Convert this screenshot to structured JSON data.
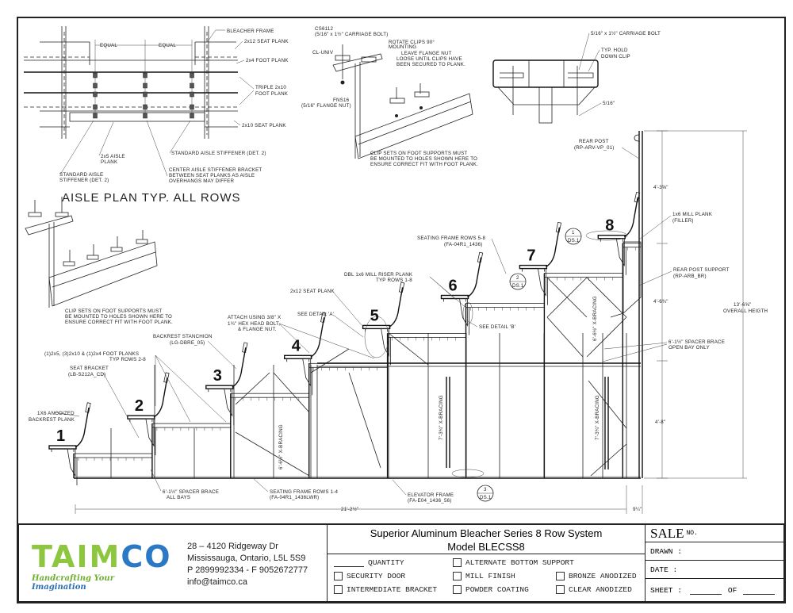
{
  "aisle_plan": {
    "title": "AISLE PLAN TYP. ALL ROWS",
    "equal_1": "EQUAL",
    "equal_2": "EQUAL",
    "bleacher_frame": "BLEACHER FRAME",
    "seat_plank_2x12": "2x12 SEAT PLANK",
    "foot_plank_2x4": "2x4 FOOT PLANK",
    "triple_1": "TRIPLE 2x10",
    "triple_2": "FOOT PLANK",
    "seat_plank_2x10": "2x10 SEAT PLANK",
    "aisle_plank_1": "2x5 AISLE",
    "aisle_plank_2": "PLANK",
    "std_stiffener_right": "STANDARD AISLE STIFFENER (DET. 2)",
    "std_stiffener_left_1": "STANDARD AISLE",
    "std_stiffener_left_2": "STIFFENER (DET. 2)",
    "center_1": "CENTER AISLE STIFFENER BRACKET",
    "center_2": "BETWEEN SEAT PLANKS AS AISLE",
    "center_3": "OVERHANGS MAY DIFFER"
  },
  "clip_detail": {
    "bolt_1": "CS6112",
    "bolt_2": "(5/16\" x 1½\" CARRIAGE BOLT)",
    "clip": "CL-UNIV",
    "rotate_1": "ROTATE CLIPS 90°",
    "rotate_2": "MOUNTING",
    "leave_1": "LEAVE FLANGE NUT",
    "leave_2": "LOOSE UNTIL CLIPS HAVE",
    "leave_3": "BEEN SECURED TO PLANK.",
    "nut_1": "FNS16",
    "nut_2": "(5/16\" FLANGE NUT)",
    "note_1": "CLIP SETS ON FOOT SUPPORTS MUST",
    "note_2": "BE MOUNTED TO HOLES SHOWN HERE TO",
    "note_3": "ENSURE CORRECT FIT WITH FOOT PLANK."
  },
  "clip_detail_left": {
    "note_1": "CLIP SETS ON FOOT SUPPORTS MUST",
    "note_2": "BE MOUNTED TO HOLES SHOWN HERE TO",
    "note_3": "ENSURE CORRECT FIT WITH FOOT PLANK."
  },
  "section_detail": {
    "bolt": "5/16\" x 1½\" CARRIAGE BOLT",
    "hold_1": "TYP. HOLD",
    "hold_2": "DOWN CLIP",
    "nut": "5/16\""
  },
  "elevation": {
    "rows": [
      "1",
      "2",
      "3",
      "4",
      "5",
      "6",
      "7",
      "8"
    ],
    "rear_post_1": "REAR POST",
    "rear_post_2": "(RP-ARV-VP_01)",
    "filler_1": "1x6 MILL PLANK",
    "filler_2": "(FILLER)",
    "rear_support_1": "REAR POST SUPPORT",
    "rear_support_2": "(RP-ARB_BR)",
    "dim_top": "4'-3⅝\"",
    "dim_mid": "4'-6¾\"",
    "dim_low": "4'-8\"",
    "dim_overall_1": "13'-6⅝\"",
    "dim_overall_2": "OVERALL HEIGTH",
    "spacer_open_1": "6'-1½\" SPACER BRACE",
    "spacer_open_2": "OPEN BAY ONLY",
    "dim_offset": "9¼\"",
    "dim_length": "21'-2½\"",
    "elevator_1": "ELEVATOR FRAME",
    "elevator_2": "(FA-E04_1436_56)",
    "frame_low_1": "SEATING FRAME ROWS 1-4",
    "frame_low_2": "(FA-04R1_1436LWR)",
    "spacer_all_1": "6'-1½\" SPACER BRACE",
    "spacer_all_2": "ALL BAYS",
    "frame_high_1": "SEATING FRAME ROWS 5-8",
    "frame_high_2": "(FA-04R1_1436)",
    "riser_1": "DBL 1x6 MILL RISER PLANK",
    "riser_2": "TYP ROWS 1-8",
    "seat_plank": "2x12 SEAT PLANK",
    "detail_a": "SEE DETAIL 'A'",
    "detail_b": "SEE DETAIL 'B'",
    "attach_1": "ATTACH USING 3/8\" X",
    "attach_2": "1¾\" HEX HEAD BOLT,",
    "attach_3": "& FLANGE NUT.",
    "stanchion_1": "BACKREST STANCHION",
    "stanchion_2": "(LG-DBRE_05)",
    "foot_planks_1": "(1)2x5, (3)2x10 & (1)2x4 FOOT PLANKS",
    "foot_planks_2": "TYP ROWS 2-8",
    "bracket_1": "SEAT BRACKET",
    "bracket_2": "(LB-S212A_CD)",
    "backrest_1": "1X6 ANODIZED",
    "backrest_2": "BACKREST PLANK",
    "xbrace_low": "6'-6½\" X-BRACING",
    "xbrace_high": "6'-6½\" X-BRACING",
    "xbrace_elev_1": "7'-3¾\" X-BRACING",
    "xbrace_elev_2": "7'-3¾\" X-BRACING",
    "bubble_1_num": "1",
    "bubble_1_sheet": "DS.1",
    "bubble_2_num": "2",
    "bubble_2_sheet": "DS.1",
    "bubble_3_num": "3",
    "bubble_3_sheet": "DS.1"
  },
  "title_block": {
    "logo_text": "TAIMCO",
    "logo_green": "TAIM",
    "logo_blue": "CO",
    "tagline_green": "Handcrafting Your",
    "tagline_blue": "Imagination",
    "brand_green": "#8dc63f",
    "brand_blue": "#2b78c5",
    "address_1": "28 – 4120 Ridgeway Dr",
    "address_2": "Mississauga, Ontario, L5L 5S9",
    "phone": "P 2899992334 - F 9052672777",
    "email": "info@taimco.ca",
    "title_1": "Superior Aluminum Bleacher Series 8 Row System",
    "title_2": "Model BLECSS8",
    "quantity_label": "QUANTITY",
    "options": {
      "security_door": "SECURITY DOOR",
      "intermediate_bracket": "INTERMEDIATE BRACKET",
      "alternate_bottom_support": "ALTERNATE BOTTOM SUPPORT",
      "mill_finish": "MILL FINISH",
      "powder_coating": "POWDER COATING",
      "bronze_anodized": "BRONZE ANODIZED",
      "clear_anodized": "CLEAR ANODIZED"
    },
    "sale": "SALE",
    "sale_no": "NO.",
    "drawn": "DRAWN :",
    "date": "DATE :",
    "sheet": "SHEET :",
    "of": "OF"
  }
}
